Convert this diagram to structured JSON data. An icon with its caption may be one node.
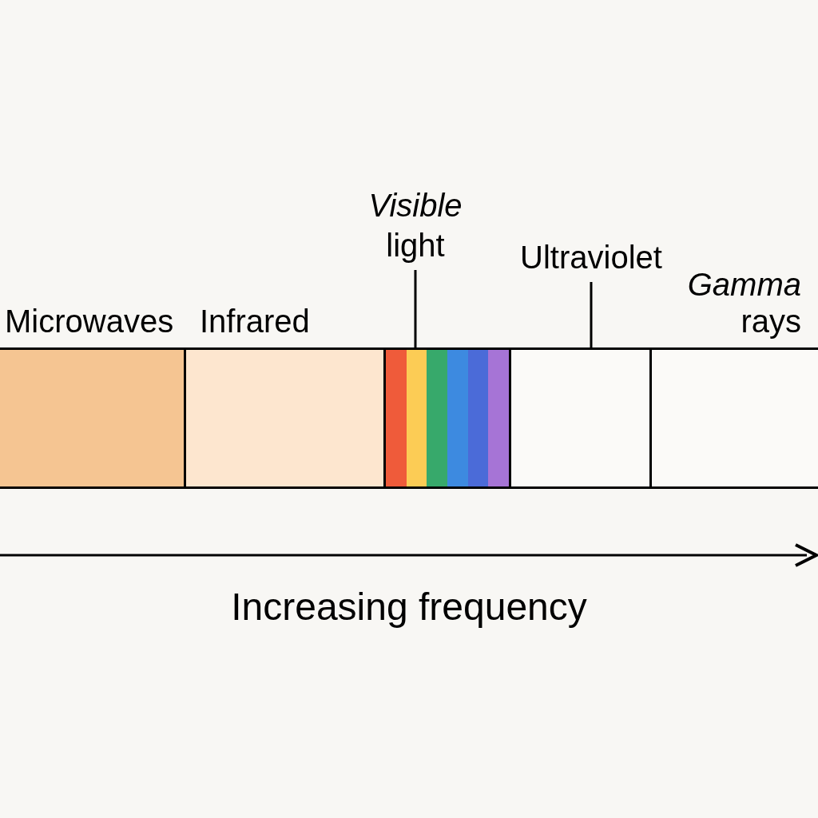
{
  "diagram": {
    "nodes": [
      {
        "text": [
          "Microwaves"
        ]
      },
      {
        "text": [
          "Infrared"
        ]
      },
      {
        "text": [
          "*Visible* light"
        ]
      },
      {
        "text": [],
        "shape": "bar"
      },
      {
        "text": [
          "Ultraviolet"
        ]
      },
      {
        "text": [],
        "shape": "box"
      },
      {
        "text": [
          "*Gamma* rays"
        ]
      }
    ],
    "edges": [
      {
        "from": 2,
        "to": 3,
        "arrow": "none"
      },
      {
        "from": 4,
        "to": 5,
        "arrow": "none"
      }
    ],
    "labels": [
      "Increasing frequency"
    ]
  }
}
